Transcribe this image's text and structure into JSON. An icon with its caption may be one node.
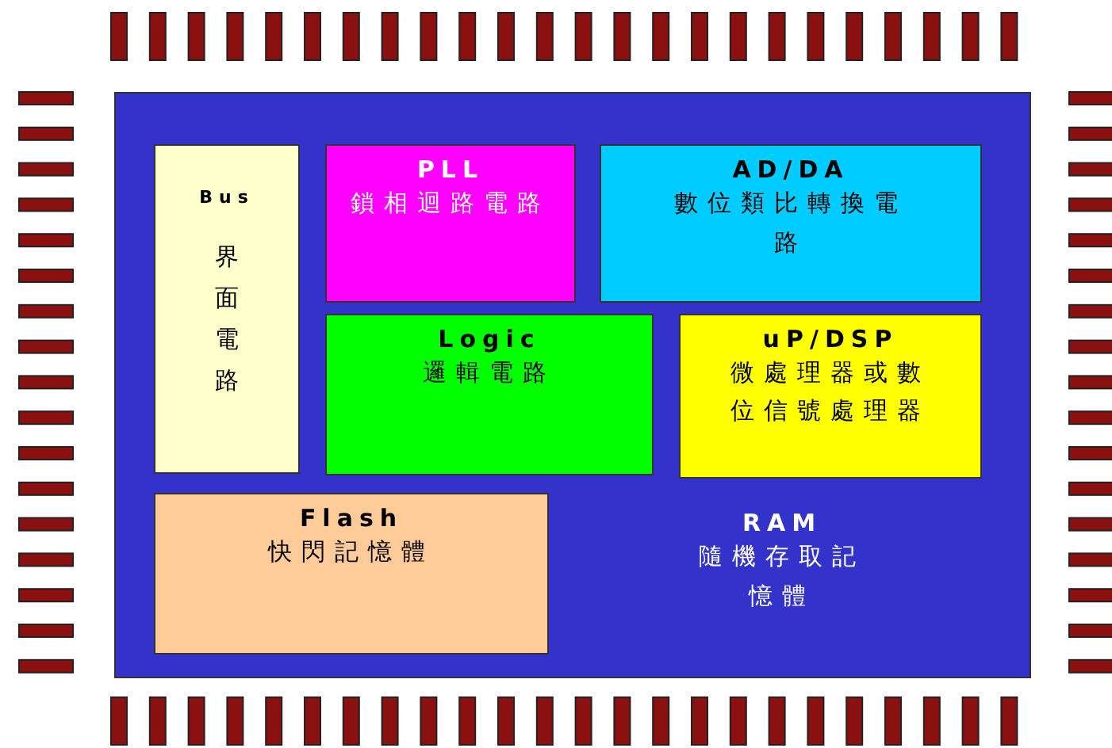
{
  "diagram": {
    "nodes": [
      {
        "text": [
          "RAM",
          "隨機存取記憶體"
        ]
      },
      {
        "text": [
          "Bus",
          "界面電路"
        ],
        "in": 0
      },
      {
        "text": [
          "PLL",
          "鎖相迴路電路"
        ],
        "in": 0
      },
      {
        "text": [
          "AD/DA",
          "數位類比轉換電路"
        ],
        "in": 0
      },
      {
        "text": [
          "Logic",
          "邏輯電路"
        ],
        "in": 0
      },
      {
        "text": [
          "uP/DSP",
          "微處理器或數位信號處理器"
        ],
        "in": 0
      },
      {
        "text": [
          "Flash",
          "快閃記憶體"
        ],
        "in": 0
      }
    ]
  }
}
